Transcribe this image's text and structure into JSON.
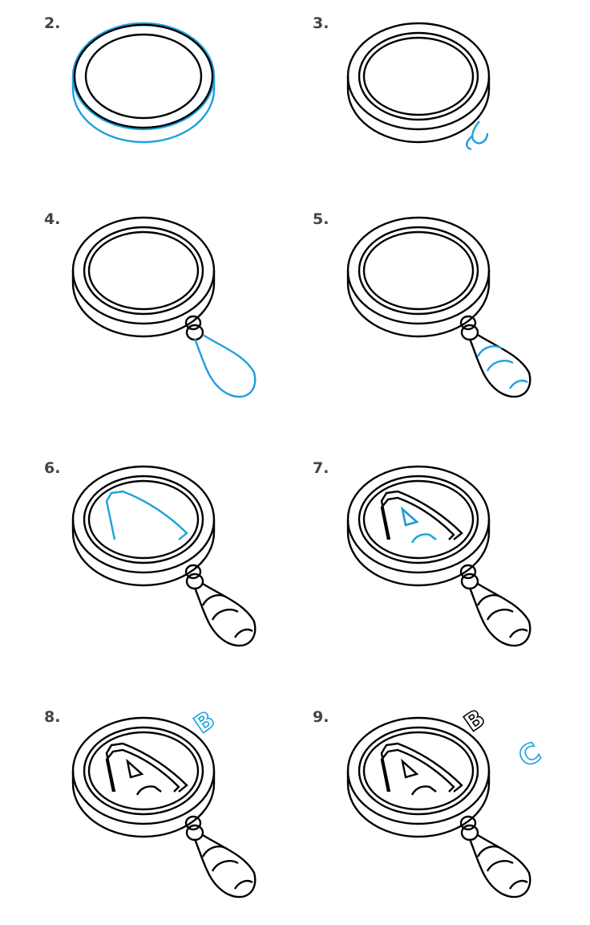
{
  "colors": {
    "ink": "#000000",
    "accent": "#1ba1dd",
    "number": "#444444"
  },
  "steps": [
    {
      "number": "2.",
      "parts": [
        "ring-new"
      ]
    },
    {
      "number": "3.",
      "parts": [
        "ring",
        "connector-new"
      ]
    },
    {
      "number": "4.",
      "parts": [
        "ring",
        "connector",
        "handle-new"
      ]
    },
    {
      "number": "5.",
      "parts": [
        "ring",
        "connector",
        "handle",
        "handle-stripes-new"
      ]
    },
    {
      "number": "6.",
      "parts": [
        "ring",
        "connector",
        "handle",
        "handle-stripes",
        "letter-a-outline-new"
      ]
    },
    {
      "number": "7.",
      "parts": [
        "ring",
        "connector",
        "handle",
        "handle-stripes",
        "letter-a-outline",
        "letter-a-details-new"
      ]
    },
    {
      "number": "8.",
      "parts": [
        "ring",
        "connector",
        "handle",
        "handle-stripes",
        "letter-a",
        "letter-b-new"
      ]
    },
    {
      "number": "9.",
      "parts": [
        "ring",
        "connector",
        "handle",
        "handle-stripes",
        "letter-a",
        "letter-b",
        "letter-c-new"
      ]
    }
  ],
  "letters": {
    "a": "A",
    "b": "B",
    "c": "C"
  }
}
